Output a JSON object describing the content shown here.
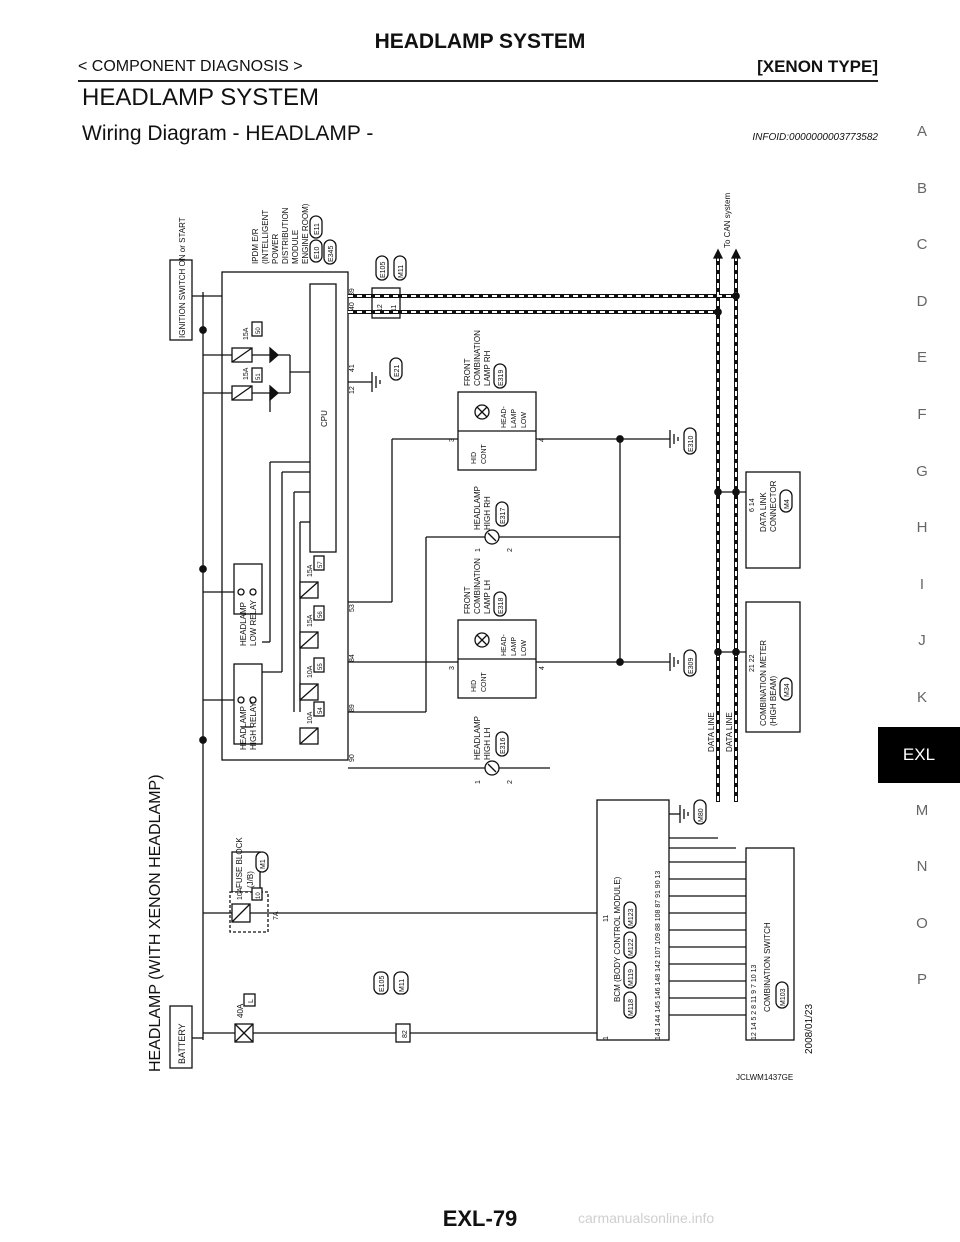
{
  "header": {
    "title": "HEADLAMP SYSTEM",
    "breadcrumb": "< COMPONENT DIAGNOSIS >",
    "variant": "[XENON TYPE]",
    "section_title": "HEADLAMP SYSTEM",
    "sub_title": "Wiring Diagram - HEADLAMP -",
    "info_id": "INFOID:0000000003773582"
  },
  "side_index": [
    "A",
    "B",
    "C",
    "D",
    "E",
    "F",
    "G",
    "H",
    "I",
    "J",
    "K",
    "EXL",
    "M",
    "N",
    "O",
    "P"
  ],
  "side_index_active": "EXL",
  "diagram": {
    "main_title": "HEADLAMP (WITH XENON HEADLAMP)",
    "figure_id": "JCLWM1437GE",
    "date": "2008/01/23",
    "battery": "BATTERY",
    "ignition": "IGNITION SWITCH ON or START",
    "ipdm": {
      "l1": "IPDM E/R",
      "l2": "(INTELLIGENT",
      "l3": "POWER",
      "l4": "DISTRIBUTION",
      "l5": "MODULE",
      "l6": "ENGINE ROOM)",
      "c1": "E10",
      "c2": "E11",
      "c3": "E345"
    },
    "cpu": "CPU",
    "fuse_block": {
      "l1": "FUSE BLOCK",
      "l2": "(J/B)",
      "conn": "M1",
      "fuse": "10A",
      "num": "10",
      "term": "7A"
    },
    "fusible_link": {
      "amp": "40A",
      "num": "L"
    },
    "fuses": [
      {
        "amp": "15A",
        "num": "50"
      },
      {
        "amp": "15A",
        "num": "51"
      },
      {
        "amp": "15A",
        "num": "57"
      },
      {
        "amp": "15A",
        "num": "56"
      },
      {
        "amp": "10A",
        "num": "55"
      },
      {
        "amp": "10A",
        "num": "54"
      }
    ],
    "relays": {
      "low_l1": "HEADLAMP",
      "low_l2": "LOW RELAY",
      "high_l1": "HEADLAMP",
      "high_l2": "HIGH RELAY"
    },
    "ipdm_terms": [
      "39",
      "40",
      "41",
      "12",
      "53",
      "84",
      "89",
      "90"
    ],
    "joint": {
      "c1": "E105",
      "c2": "M11",
      "t1": "11",
      "t2": "12"
    },
    "joint_lower": {
      "c1": "E105",
      "c2": "M11",
      "t1": "82"
    },
    "ground_e21": "E21",
    "to_can": "To CAN system",
    "rh_lamp": {
      "l1": "FRONT",
      "l2": "COMBINATION",
      "l3": "LAMP RH",
      "conn": "E319",
      "hid_l1": "HID",
      "hid_l2": "CONT",
      "hl_l1": "HEAD-",
      "hl_l2": "LAMP",
      "hl_l3": "LOW",
      "t1": "3",
      "t2": "4"
    },
    "lh_lamp": {
      "l1": "FRONT",
      "l2": "COMBINATION",
      "l3": "LAMP LH",
      "conn": "E318",
      "hid_l1": "HID",
      "hid_l2": "CONT",
      "hl_l1": "HEAD-",
      "hl_l2": "LAMP",
      "hl_l3": "LOW",
      "t1": "3",
      "t2": "4"
    },
    "high_rh": {
      "l1": "HEADLAMP",
      "l2": "HIGH RH",
      "conn": "E317",
      "t1": "1",
      "t2": "2"
    },
    "high_lh": {
      "l1": "HEADLAMP",
      "l2": "HIGH LH",
      "conn": "E316",
      "t1": "1",
      "t2": "2"
    },
    "grounds": {
      "g1": "E310",
      "g2": "E309",
      "g3": "M80"
    },
    "dlc": {
      "t": "6   14",
      "l1": "DATA LINK",
      "l2": "CONNECTOR",
      "conn": "M4"
    },
    "meter": {
      "t": "21   22",
      "l1": "COMBINATION METER",
      "l2": "(HIGH BEAM)",
      "conn": "M34"
    },
    "data_line": "DATA LINE",
    "bcm": {
      "l1": "BCM (BODY CONTROL MODULE)",
      "c1": "M118",
      "c2": "M119",
      "c3": "M122",
      "c4": "M123",
      "t_top": "11",
      "t_one": "1",
      "terms": "143  144  145  146  148  142  107  109  88  108  87  91  90  13"
    },
    "combo_switch": {
      "l1": "COMBINATION SWITCH",
      "conn": "M103",
      "terms": "12  14   5   2   8   11   9   7   10  13"
    }
  }
}
